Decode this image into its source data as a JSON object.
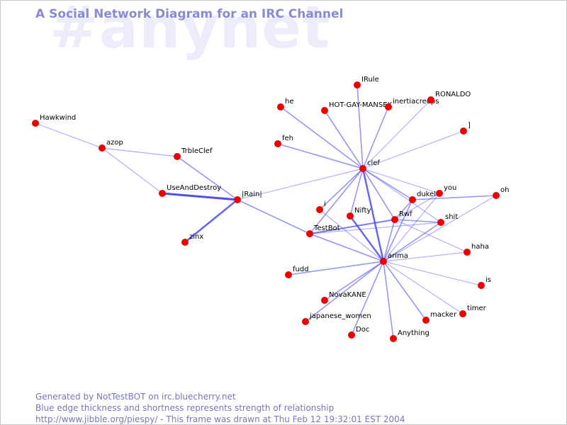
{
  "watermark": "#anynet",
  "title": "A Social Network Diagram for an IRC Channel",
  "footer": {
    "line1": "Generated by NotTestBOT on irc.bluecherry.net",
    "line2": "Blue edge thickness and shortness represents strength of relationship",
    "line3": "http://www.jibble.org/piespy/ - This frame was drawn at Thu Feb 12 19:32:01 EST 2004"
  },
  "colors": {
    "node": "#ee0000",
    "edge": "#4444ee",
    "title": "#8a8ad2",
    "watermark": "#ececfa",
    "footer": "#7777bb"
  },
  "nodes": [
    {
      "id": "Hawkwind",
      "label": "Hawkwind"
    },
    {
      "id": "azop",
      "label": "azop"
    },
    {
      "id": "TrbleClef",
      "label": "TrbleClef"
    },
    {
      "id": "UseAndDestroy",
      "label": "UseAndDestroy"
    },
    {
      "id": "Rain",
      "label": "|Rain|"
    },
    {
      "id": "zinx",
      "label": "zinx"
    },
    {
      "id": "he",
      "label": "he"
    },
    {
      "id": "HOT-GAY-MANSEX",
      "label": "HOT-GAY-MANSEX"
    },
    {
      "id": "IRule",
      "label": "IRule"
    },
    {
      "id": "inertiacreeps",
      "label": "inertiacreeps"
    },
    {
      "id": "RONALDO",
      "label": "RONALDO"
    },
    {
      "id": "]",
      "label": "]"
    },
    {
      "id": "feh",
      "label": "feh"
    },
    {
      "id": "clef",
      "label": "clef"
    },
    {
      "id": "dukelo",
      "label": "dukelo"
    },
    {
      "id": "you",
      "label": "you"
    },
    {
      "id": "oh",
      "label": "oh"
    },
    {
      "id": "i",
      "label": "i"
    },
    {
      "id": "Nifty",
      "label": "Nifty"
    },
    {
      "id": "Rwf",
      "label": "Rwf"
    },
    {
      "id": "shit",
      "label": "shit"
    },
    {
      "id": "TestBot",
      "label": "TestBot"
    },
    {
      "id": "haha",
      "label": "haha"
    },
    {
      "id": "arima",
      "label": "arima"
    },
    {
      "id": "fudd",
      "label": "fudd"
    },
    {
      "id": "is",
      "label": "is"
    },
    {
      "id": "NovaKANE",
      "label": "NovaKANE"
    },
    {
      "id": "timer",
      "label": "timer"
    },
    {
      "id": "japanese_women",
      "label": "japanese_women"
    },
    {
      "id": "macker",
      "label": "macker"
    },
    {
      "id": "Doc",
      "label": "Doc"
    },
    {
      "id": "Anything",
      "label": "Anything"
    }
  ],
  "edges": [
    {
      "a": "Hawkwind",
      "b": "azop",
      "w": 1
    },
    {
      "a": "azop",
      "b": "TrbleClef",
      "w": 1
    },
    {
      "a": "azop",
      "b": "UseAndDestroy",
      "w": 1
    },
    {
      "a": "TrbleClef",
      "b": "Rain",
      "w": 2
    },
    {
      "a": "UseAndDestroy",
      "b": "Rain",
      "w": 5
    },
    {
      "a": "zinx",
      "b": "Rain",
      "w": 4
    },
    {
      "a": "Rain",
      "b": "TestBot",
      "w": 2
    },
    {
      "a": "Rain",
      "b": "clef",
      "w": 1
    },
    {
      "a": "clef",
      "b": "he",
      "w": 2
    },
    {
      "a": "clef",
      "b": "HOT-GAY-MANSEX",
      "w": 2
    },
    {
      "a": "clef",
      "b": "IRule",
      "w": 2
    },
    {
      "a": "clef",
      "b": "inertiacreeps",
      "w": 2
    },
    {
      "a": "clef",
      "b": "RONALDO",
      "w": 1
    },
    {
      "a": "clef",
      "b": "]",
      "w": 1
    },
    {
      "a": "clef",
      "b": "feh",
      "w": 2
    },
    {
      "a": "clef",
      "b": "dukelo",
      "w": 2
    },
    {
      "a": "clef",
      "b": "you",
      "w": 1
    },
    {
      "a": "clef",
      "b": "i",
      "w": 2
    },
    {
      "a": "clef",
      "b": "Nifty",
      "w": 2
    },
    {
      "a": "clef",
      "b": "TestBot",
      "w": 2
    },
    {
      "a": "clef",
      "b": "arima",
      "w": 4
    },
    {
      "a": "clef",
      "b": "Rwf",
      "w": 2
    },
    {
      "a": "clef",
      "b": "shit",
      "w": 1
    },
    {
      "a": "dukelo",
      "b": "oh",
      "w": 2
    },
    {
      "a": "dukelo",
      "b": "Rwf",
      "w": 2
    },
    {
      "a": "dukelo",
      "b": "arima",
      "w": 2
    },
    {
      "a": "you",
      "b": "arima",
      "w": 1
    },
    {
      "a": "you",
      "b": "Rwf",
      "w": 1
    },
    {
      "a": "oh",
      "b": "arima",
      "w": 1
    },
    {
      "a": "Rwf",
      "b": "shit",
      "w": 2
    },
    {
      "a": "Rwf",
      "b": "TestBot",
      "w": 3
    },
    {
      "a": "Rwf",
      "b": "arima",
      "w": 2
    },
    {
      "a": "Rwf",
      "b": "haha",
      "w": 1
    },
    {
      "a": "shit",
      "b": "arima",
      "w": 2
    },
    {
      "a": "TestBot",
      "b": "shit",
      "w": 1
    },
    {
      "a": "Nifty",
      "b": "arima",
      "w": 4
    },
    {
      "a": "i",
      "b": "arima",
      "w": 1
    },
    {
      "a": "TestBot",
      "b": "arima",
      "w": 2
    },
    {
      "a": "haha",
      "b": "arima",
      "w": 1
    },
    {
      "a": "fudd",
      "b": "arima",
      "w": 2
    },
    {
      "a": "is",
      "b": "arima",
      "w": 1
    },
    {
      "a": "NovaKANE",
      "b": "arima",
      "w": 2
    },
    {
      "a": "timer",
      "b": "arima",
      "w": 1
    },
    {
      "a": "japanese_women",
      "b": "arima",
      "w": 2
    },
    {
      "a": "macker",
      "b": "arima",
      "w": 2
    },
    {
      "a": "Doc",
      "b": "arima",
      "w": 2
    },
    {
      "a": "Anything",
      "b": "arima",
      "w": 2
    }
  ]
}
